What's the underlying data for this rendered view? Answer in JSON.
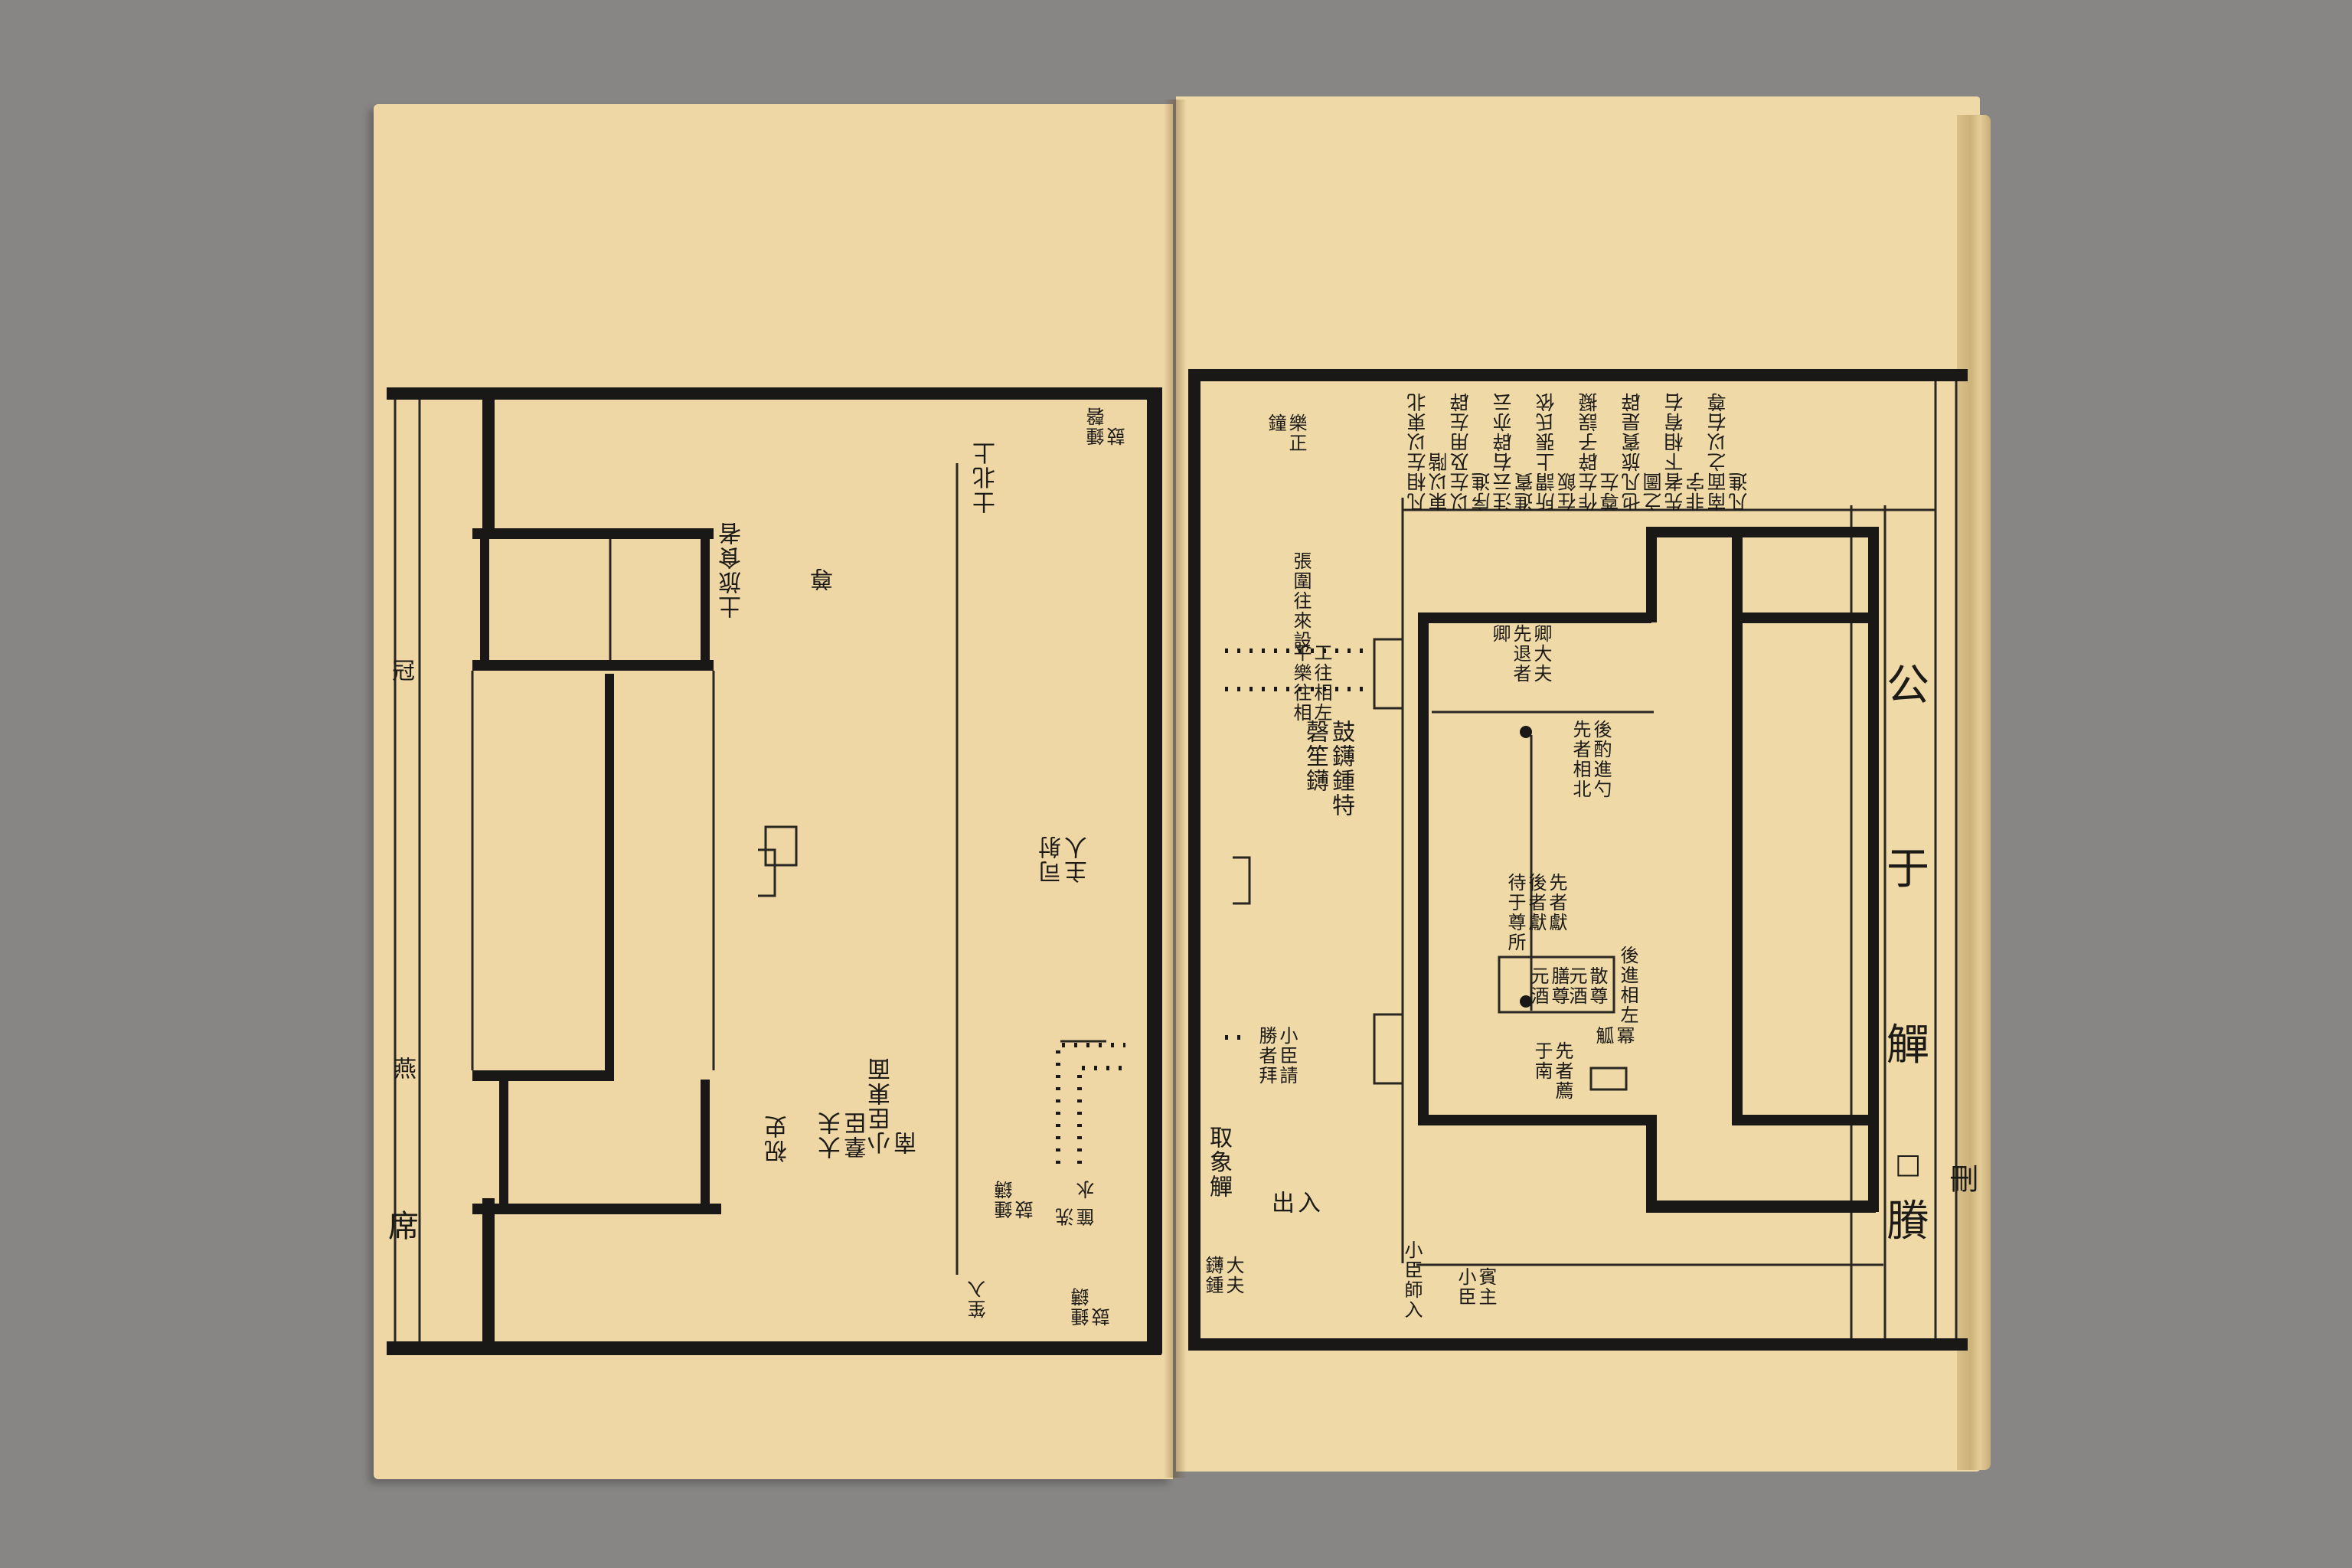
{
  "book": {
    "title_column": [
      "公",
      "于",
      "觶",
      "賸"
    ],
    "folio_mark": "□",
    "right_edge_mark": "刪"
  },
  "header_note": {
    "lines": [
      "凡相左以東北東以階",
      "以左及用左辟序進",
      "注云右辟亦云進賓",
      "所謂上張氏依在飯",
      "作左辟子誤擬尊左",
      "也凡旅賓是辟之圖",
      "先者下相宥右非字",
      "南面之以右尊凡進"
    ]
  },
  "left_page": {
    "labels": {
      "shi_bei_shang": "士北上",
      "shi_lv_shi_zhe": "土旅食者",
      "zun": "尊",
      "si_she_zhu_ren": "司射\n主人",
      "xiao_chen": "小臣東面\n南",
      "da_fu": "大夫\n羣臣",
      "zhu_shi": "祝史",
      "xi_fei_shui": "洗　\n篚 水",
      "zhong_bo_gu": "鍾鑮\n鼓",
      "sheng_ru": "笙入",
      "qing_bo": "鍾磬\n鼓",
      "margin_guan": "冠",
      "margin_yan": "燕",
      "margin_shi": "席"
    }
  },
  "right_page": {
    "labels": {
      "yue_zheng": "樂正\n鐘",
      "zhang_wei": "張圍往來設",
      "gong_wang": "工往相左\n平樂往相",
      "gu_bo_zhong": "鼓鑮鍾特\n磬笙鑮",
      "bai_zhe": "小臣請\n勝者拜",
      "qu_xiang_zhi": "取象觶",
      "ru_chu": "入\n出",
      "da_fu_jie": "大夫\n鑮鍾",
      "xiao_chen_ru": "小臣師入",
      "bin_zhu": "賓主\n小臣",
      "qing_da_fu": "卿大夫\n先退者\n卿",
      "hou_zhuo": "後酌進勺\n先者相北",
      "xian_zhe_xian": "先者獻\n後者獻\n待于尊所",
      "shan_zun": "膳尊\n元酒",
      "san_zun": "散尊\n元酒",
      "hou_jin": "後進相左",
      "xian_zhe_jian": "先者薦\n于南",
      "fu_gu": "冪\n觚"
    }
  }
}
